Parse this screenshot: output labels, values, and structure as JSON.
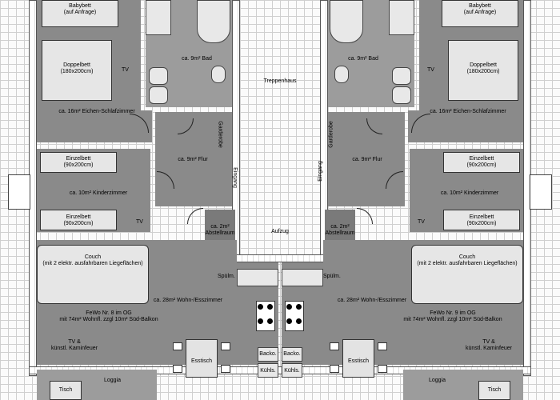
{
  "colors": {
    "room_fill": "#8a8a8a",
    "grid": "#cfcfcf",
    "wall": "#ffffff"
  },
  "left": {
    "babybett": "Babybett\n(auf Anfrage)",
    "doppelbett": "Doppelbett\n(180x200cm)",
    "tv_bed": "TV",
    "bad": "ca. 9m² Bad",
    "schlafzimmer": "ca. 16m² Eichen-Schlafzimmer",
    "garderobe": "Garderobe",
    "flur": "ca. 9m² Flur",
    "eingang": "Eingang",
    "einzelbett1": "Einzelbett\n(90x200cm)",
    "kinderzimmer": "ca. 10m² Kinderzimmer",
    "einzelbett2": "Einzelbett\n(90x200cm)",
    "tv_kids": "TV",
    "abstellraum": "ca. 2m²\nAbstellraum",
    "couch": "Couch\n(mit 2 elektr. ausfahrbaren Liegeflächen)",
    "spuelm": "Spülm.",
    "wohn": "ca. 28m² Wohn-/Esszimmer",
    "fewo": "FeWo Nr. 8 im OG\nmit 74m² Wohnfl. zzgl 10m² Süd-Balkon",
    "tv_kamin": "TV &\nkünstl. Kaminfeuer",
    "esstisch": "Esstisch",
    "backo": "Backo.",
    "kuehls": "Kühls.",
    "loggia": "Loggia",
    "tisch": "Tisch"
  },
  "right": {
    "babybett": "Babybett\n(auf Anfrage)",
    "doppelbett": "Doppelbett\n(180x200cm)",
    "tv_bed": "TV",
    "bad": "ca. 9m² Bad",
    "schlafzimmer": "ca. 16m² Eichen-Schlafzimmer",
    "garderobe": "Garderobe",
    "flur": "ca. 9m² Flur",
    "eingang": "Eingang",
    "einzelbett1": "Einzelbett\n(90x200cm)",
    "kinderzimmer": "ca. 10m² Kinderzimmer",
    "einzelbett2": "Einzelbett\n(90x200cm)",
    "tv_kids": "TV",
    "abstellraum": "ca. 2m²\nAbstellraum",
    "couch": "Couch\n(mit 2 elektr. ausfahrbaren Liegeflächen)",
    "spuelm": "Spülm.",
    "wohn": "ca. 28m² Wohn-/Esszimmer",
    "fewo": "FeWo Nr. 9 im OG\nmit 74m² Wohnfl. zzgl 10m² Süd-Balkon",
    "tv_kamin": "TV &\nkünstl. Kaminfeuer",
    "esstisch": "Esstisch",
    "backo": "Backo.",
    "kuehls": "Kühls.",
    "loggia": "Loggia",
    "tisch": "Tisch"
  },
  "center": {
    "treppenhaus": "Treppenhaus",
    "aufzug": "Aufzug"
  }
}
